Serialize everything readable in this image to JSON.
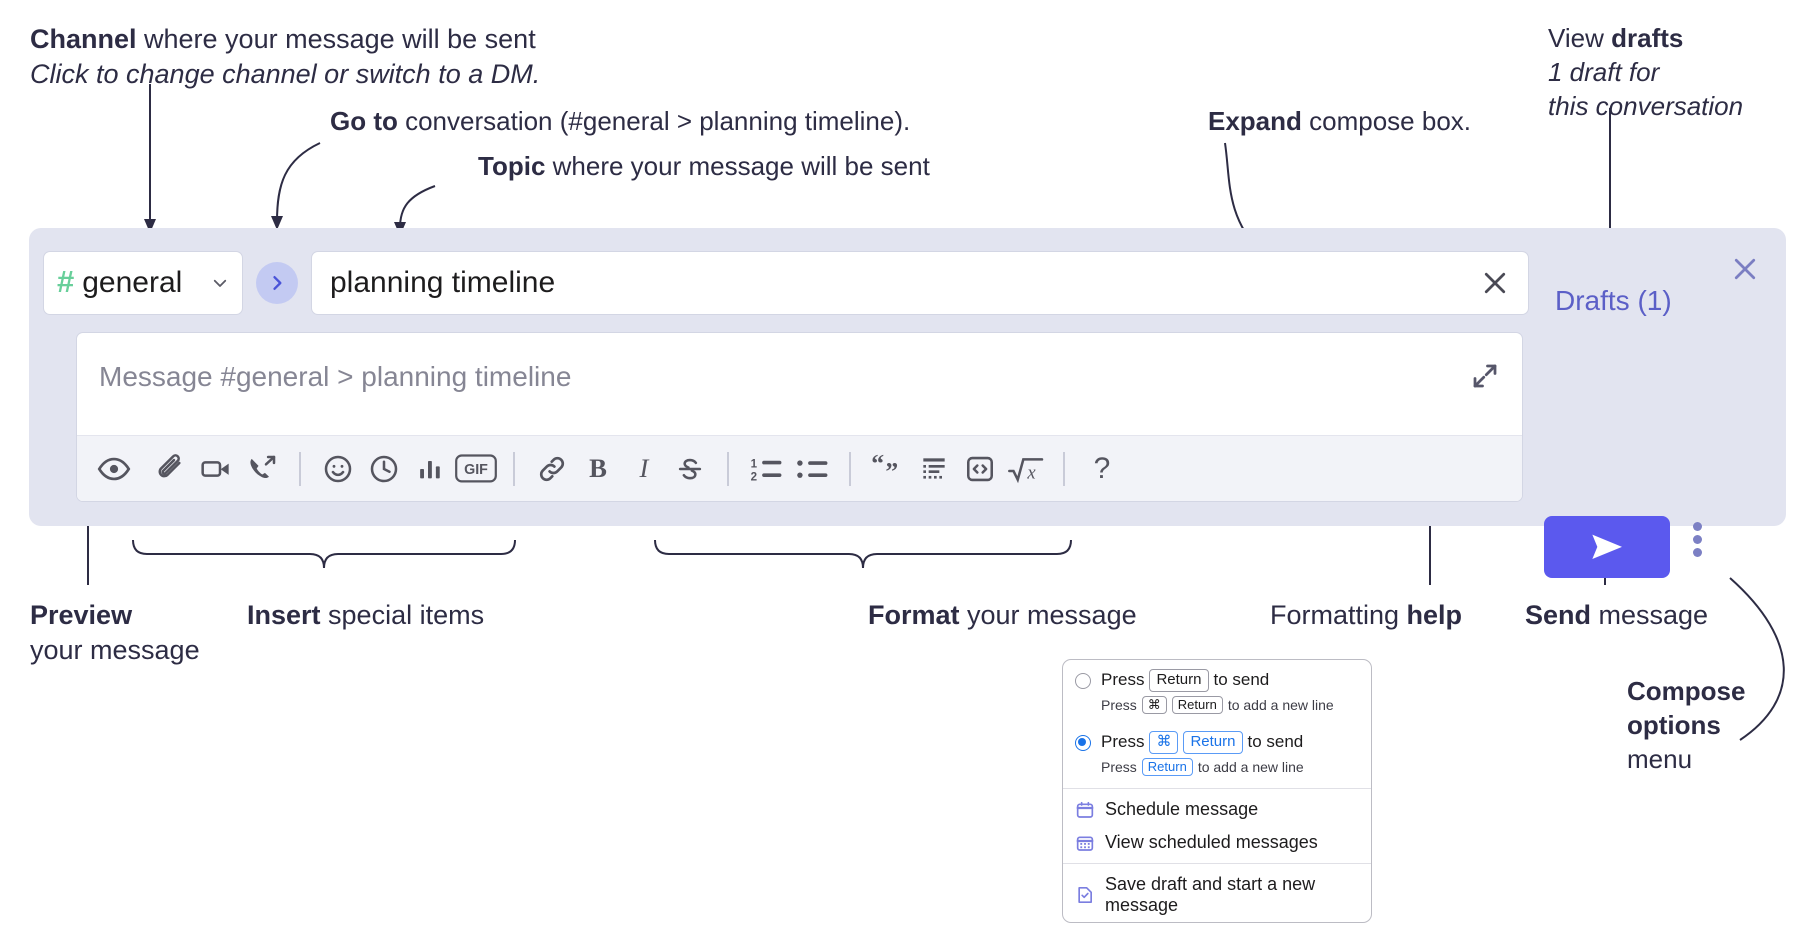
{
  "annotations": {
    "channel": {
      "bold": "Channel",
      "rest": " where your message will be sent",
      "italic": "Click to change channel or switch to a DM."
    },
    "goto": {
      "bold": "Go to",
      "rest": " conversation (#general > planning timeline)."
    },
    "topic": {
      "bold": "Topic",
      "rest": " where your message will be sent"
    },
    "expand": {
      "bold": "Expand",
      "rest": " compose box."
    },
    "drafts": {
      "bold_lead": "View ",
      "bold": "drafts",
      "italic_1": "1 draft for",
      "italic_2": "this conversation"
    },
    "preview": {
      "bold": "Preview",
      "rest": "your message"
    },
    "insert": {
      "bold": "Insert",
      "rest": " special items"
    },
    "format": {
      "bold": "Format",
      "rest": " your message"
    },
    "help": {
      "lead": "Formatting ",
      "bold": "help"
    },
    "send": {
      "bold": "Send",
      "rest": " message"
    },
    "compose_options": {
      "bold_1": "Compose",
      "bold_2": "options",
      "rest": "menu"
    }
  },
  "compose": {
    "channel": {
      "hash": "#",
      "name": "general",
      "chevron_icon": "chevron-down-icon"
    },
    "goto_button_icon": "chevron-right-icon",
    "topic": {
      "value": "planning timeline",
      "clear_icon": "close-icon"
    },
    "message": {
      "placeholder": "Message #general > planning timeline",
      "expand_icon": "expand-icon"
    },
    "drafts_label": "Drafts (1)",
    "panel_close_icon": "close-icon",
    "send_icon": "send-paper-plane-icon",
    "more_icon": "kebab-menu-icon",
    "toolbar": [
      {
        "name": "preview-icon",
        "group": "preview"
      },
      {
        "name": "attachment-icon",
        "group": "insert"
      },
      {
        "name": "video-clip-icon",
        "group": "insert"
      },
      {
        "name": "audio-clip-icon",
        "group": "insert"
      },
      {
        "name": "separator",
        "group": "sep"
      },
      {
        "name": "emoji-icon",
        "group": "insert"
      },
      {
        "name": "clock-icon",
        "group": "insert"
      },
      {
        "name": "poll-icon",
        "group": "insert"
      },
      {
        "name": "gif-icon",
        "group": "insert"
      },
      {
        "name": "separator",
        "group": "sep"
      },
      {
        "name": "link-icon",
        "group": "format"
      },
      {
        "name": "bold-icon",
        "group": "format"
      },
      {
        "name": "italic-icon",
        "group": "format"
      },
      {
        "name": "strikethrough-icon",
        "group": "format"
      },
      {
        "name": "separator",
        "group": "sep"
      },
      {
        "name": "ordered-list-icon",
        "group": "format"
      },
      {
        "name": "bulleted-list-icon",
        "group": "format"
      },
      {
        "name": "separator",
        "group": "sep"
      },
      {
        "name": "blockquote-icon",
        "group": "format"
      },
      {
        "name": "code-block-icon",
        "group": "format"
      },
      {
        "name": "inline-code-icon",
        "group": "format"
      },
      {
        "name": "math-icon",
        "group": "format"
      },
      {
        "name": "separator",
        "group": "sep"
      },
      {
        "name": "help-icon",
        "group": "help",
        "label": "?"
      }
    ],
    "gif_label": "GIF"
  },
  "menu": {
    "options": [
      {
        "selected": false,
        "main_pre": "Press",
        "main_keys": [
          "Return"
        ],
        "main_post": "to send",
        "sub_pre": "Press",
        "sub_keys": [
          "⌘",
          "Return"
        ],
        "sub_post": "to add a new line"
      },
      {
        "selected": true,
        "main_pre": "Press",
        "main_keys": [
          "⌘",
          "Return"
        ],
        "main_post": "to send",
        "sub_pre": "Press",
        "sub_keys": [
          "Return"
        ],
        "sub_post": "to add a new line"
      }
    ],
    "actions": [
      {
        "icon": "calendar-schedule-icon",
        "label": "Schedule message"
      },
      {
        "icon": "calendar-grid-icon",
        "label": "View scheduled messages"
      },
      {
        "icon": "save-draft-icon",
        "label": "Save draft and start a new message"
      }
    ]
  },
  "colors": {
    "panel_bg": "#e2e4f0",
    "accent_purple": "#5b59ee",
    "drafts_text": "#5b5fc7",
    "hash_green": "#68cf9a",
    "key_blue": "#1a73e8",
    "menu_icon_purple": "#7b7ee0",
    "text_dark": "#2d2c44"
  }
}
